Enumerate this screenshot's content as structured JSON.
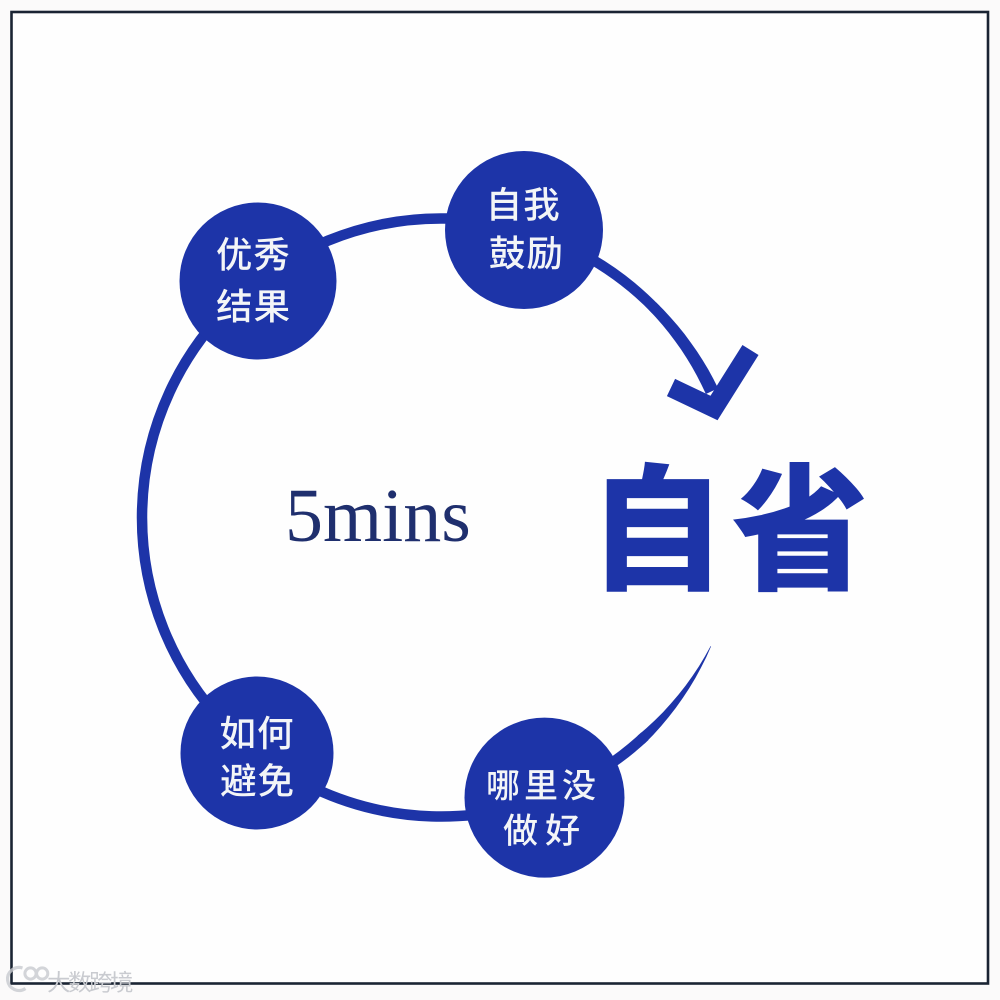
{
  "diagram": {
    "kind": "cycle",
    "direction": "clockwise"
  },
  "title": {
    "text": "自省"
  },
  "center_label": {
    "text": "5mins"
  },
  "cycle": {
    "nodes": [
      {
        "id": "excellent-results",
        "lines": [
          "优秀",
          "结果"
        ],
        "label": "优秀结果"
      },
      {
        "id": "self-encouragement",
        "lines": [
          "自我",
          "鼓励"
        ],
        "label": "自我鼓励"
      },
      {
        "id": "what-not-done-well",
        "lines": [
          "哪里没",
          "做好"
        ],
        "label": "哪里没做好"
      },
      {
        "id": "how-to-avoid",
        "lines": [
          "如何",
          "避免"
        ],
        "label": "如何避免"
      }
    ],
    "arrow": "clockwise-arrow"
  },
  "watermark": {
    "text": "大数跨境",
    "logo": "dashu-kuajing-logo"
  },
  "colors": {
    "primary_blue": "#1d34a8",
    "navy": "#1f2f6e",
    "border": "#1a2433",
    "circle_text": "#f3f5f7",
    "watermark_gray": "#c9cbd0",
    "background": "#fefefe"
  }
}
